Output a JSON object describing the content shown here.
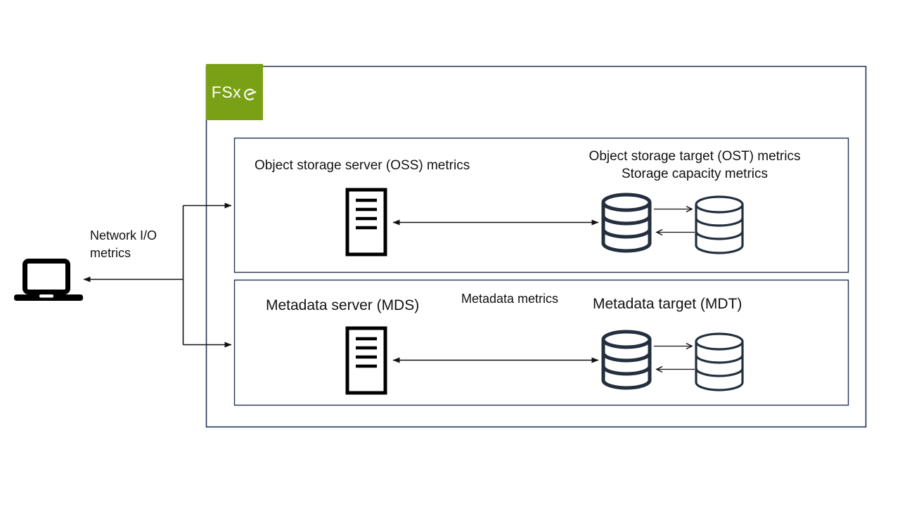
{
  "diagram": {
    "fsx": {
      "logo_text": "FSx"
    },
    "client": {
      "label": "Network I/O metrics"
    },
    "oss_section": {
      "server_label": "Object storage server (OSS) metrics",
      "target_label_line1": "Object storage target (OST) metrics",
      "target_label_line2": "Storage capacity metrics"
    },
    "mds_section": {
      "server_label": "Metadata server (MDS)",
      "metrics_label": "Metadata metrics",
      "target_label": "Metadata target (MDT)"
    },
    "colors": {
      "fsx_green": "#7AA116",
      "box_border": "#263357",
      "icon_dark": "#232F3E",
      "arrow_black": "#111111"
    }
  }
}
